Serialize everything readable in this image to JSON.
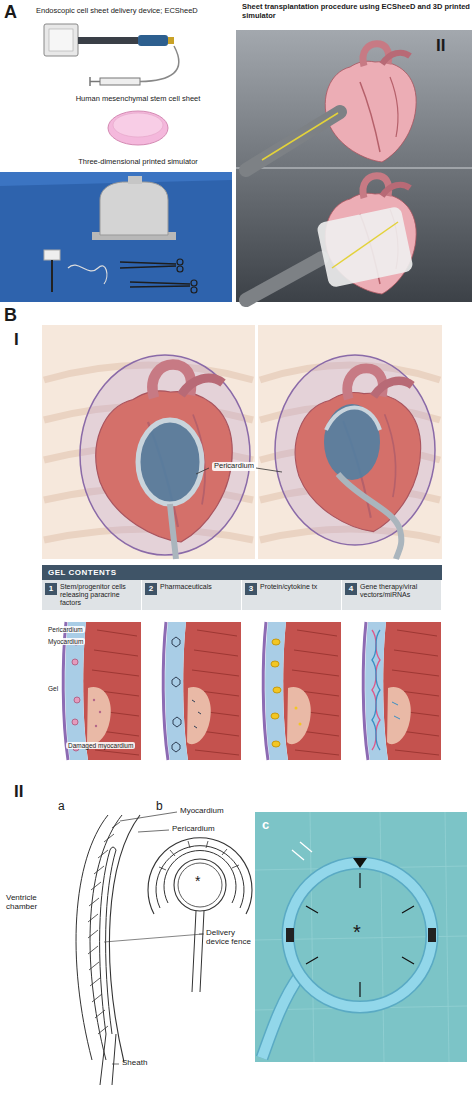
{
  "diagram": {
    "nodes": [
      {
        "text": [
          "GEL CONTENTS"
        ]
      },
      {
        "text": [
          "1",
          "Stem/progenitor cells releasing paracrine factors"
        ],
        "in": 0
      },
      {
        "text": [
          "2",
          "Pharmaceuticals"
        ],
        "in": 0
      },
      {
        "text": [
          "3",
          "Protein/cytokine tx"
        ],
        "in": 0
      },
      {
        "text": [
          "4",
          "Gene therapy/viral vectors/miRNAs"
        ],
        "in": 0
      }
    ],
    "labels": [
      "A",
      "Endoscopic cell sheet delivery device; ECSheeD",
      "Human mesenchymal stem cell sheet",
      "Three-dimensional printed simulator",
      "Sheet transplantation procedure using ECSheeD and 3D printed simulator",
      "II",
      "B",
      "I",
      "Pericardium",
      "Pericardium",
      "Myocardium",
      "Gel",
      "Damaged myocardium",
      "II",
      "a",
      "b",
      "c",
      "Myocardium",
      "Pericardium",
      "Ventricle chamber",
      "Delivery device fence",
      "Sheath",
      "*",
      "*"
    ]
  }
}
